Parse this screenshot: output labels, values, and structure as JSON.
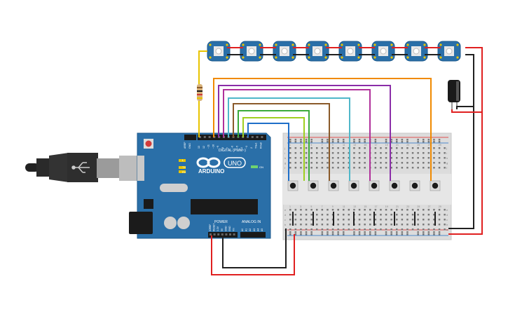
{
  "arduino": {
    "logo_text": "ARDUINO",
    "model": "UNO",
    "digital_label": "DIGITAL (PWM~)",
    "power_label": "POWER",
    "analog_label": "ANALOG IN",
    "on_label": "ON",
    "led_tx": "TX",
    "led_rx": "RX",
    "led_l": "L",
    "pin_aref": "AREF",
    "pin_gnd": "GND",
    "digital_pins": [
      "13",
      "12",
      "~11",
      "~10",
      "~9",
      "8",
      "7",
      "~6",
      "~5",
      "4",
      "~3",
      "2",
      "TX▸1",
      "RX◂0"
    ],
    "power_pins": [
      "IOREF",
      "RESET",
      "3.3V",
      "5V",
      "GND",
      "GND",
      "Vin"
    ],
    "analog_pins": [
      "A0",
      "A1",
      "A2",
      "A3",
      "A4",
      "A5"
    ]
  },
  "breadboard": {
    "row_letters_top": [
      "j",
      "i",
      "h",
      "g",
      "f"
    ],
    "row_letters_bottom": [
      "e",
      "d",
      "c",
      "b",
      "a"
    ],
    "col_numbers": [
      "1",
      "3",
      "5",
      "7",
      "9",
      "11",
      "13",
      "15",
      "17",
      "19",
      "21",
      "23",
      "25",
      "27",
      "29"
    ]
  },
  "neopixel_count": 8,
  "pushbutton_count": 8,
  "colors": {
    "board": "#2a6fa8",
    "wire_red": "#e02020",
    "wire_black": "#202020",
    "wire_yellow": "#e8c400",
    "wire_orange": "#f08a00",
    "wire_purple": "#8a2da8",
    "wire_pink": "#b0309a",
    "wire_cyan": "#4fb7c9",
    "wire_brown": "#8a5a2a",
    "wire_green": "#3aaa3a",
    "wire_lime": "#9fcf1f",
    "wire_blue": "#1f6fc9"
  }
}
